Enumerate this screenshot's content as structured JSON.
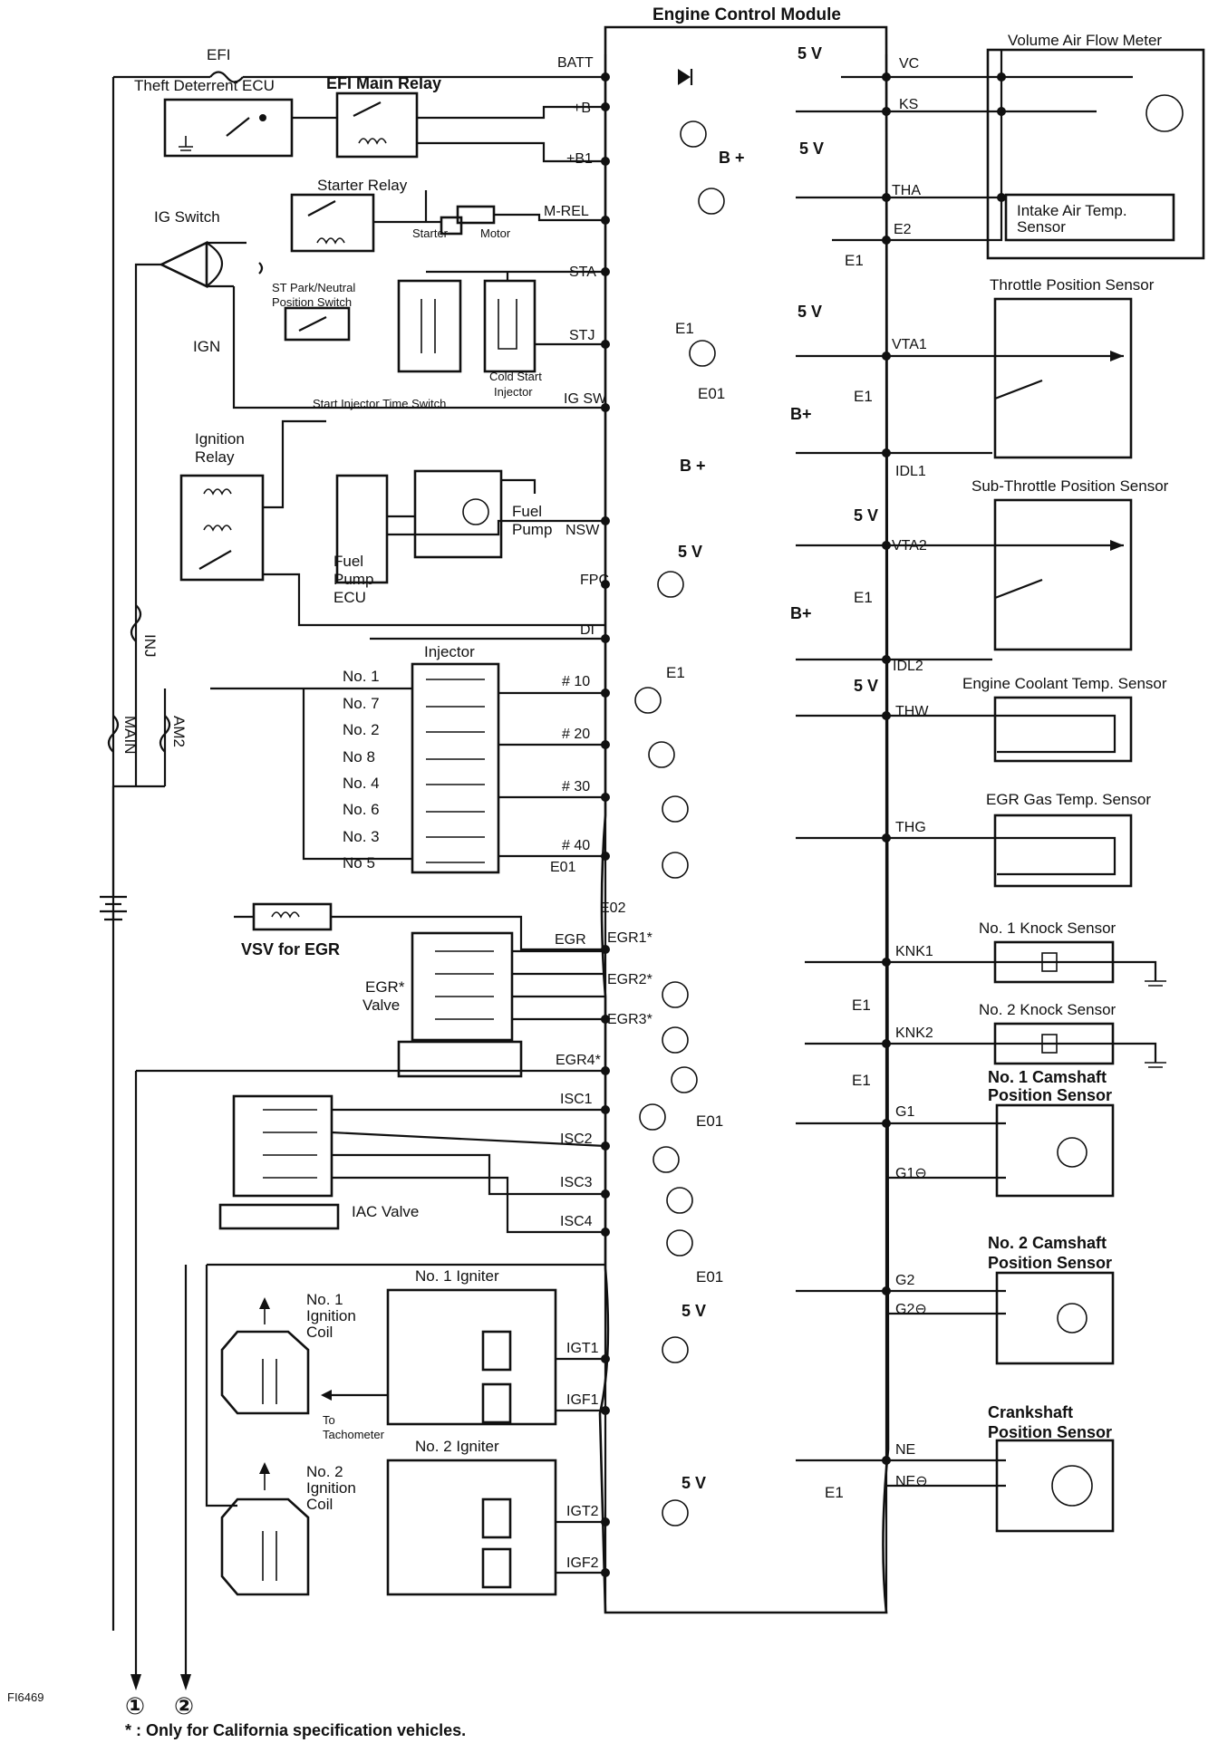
{
  "title": "Engine Control Module",
  "left": {
    "efi_fuse": "EFI",
    "theft_ecu": "Theft Deterrent ECU",
    "efi_main_relay": "EFI Main Relay",
    "starter_relay": "Starter Relay",
    "starter": "Starter",
    "motor": "Motor",
    "ig_switch": "IG Switch",
    "st_park": "ST Park/Neutral",
    "position_switch": "Position Switch",
    "ign": "IGN",
    "cold_start": "Cold Start",
    "injector_word": "Injector",
    "start_injector_time_switch": "Start Injector Time Switch",
    "ignition": "Ignition",
    "relay": "Relay",
    "fuel": "Fuel",
    "pump": "Pump",
    "fuel_pump_ecu_1": "Fuel",
    "fuel_pump_ecu_2": "Pump",
    "fuel_pump_ecu_3": "ECU",
    "inj": "INJ",
    "main": "MAIN",
    "am2": "AM2",
    "injector": "Injector",
    "injectors": [
      "No. 1",
      "No. 7",
      "No. 2",
      "No 8",
      "No. 4",
      "No. 6",
      "No. 3",
      "No 5"
    ],
    "vsv_egr": "VSV for EGR",
    "egr_valve_1": "EGR*",
    "egr_valve_2": "Valve",
    "iac_valve": "IAC Valve",
    "no1_igniter": "No. 1 Igniter",
    "no2_igniter": "No. 2 Igniter",
    "no1_ign_coil": [
      "No. 1",
      "Ignition",
      "Coil"
    ],
    "no2_ign_coil": [
      "No. 2",
      "Ignition",
      "Coil"
    ],
    "to_tach": [
      "To",
      "Tachometer"
    ],
    "circle1": "①",
    "circle2": "②"
  },
  "ecm_pins_left": {
    "batt": "BATT",
    "plus_b": "+B",
    "plus_b1": "+B1",
    "m_rel": "M-REL",
    "sta": "STA",
    "stj": "STJ",
    "ig_sw": "IG SW",
    "nsw": "NSW",
    "fpc": "FPC",
    "di": "DI",
    "n10": "# 10",
    "n20": "# 20",
    "n30": "# 30",
    "n40": "# 40",
    "e01": "E01",
    "e02": "E02",
    "egr": "EGR",
    "egr1": "EGR1*",
    "egr2": "EGR2*",
    "egr3": "EGR3*",
    "egr4": "EGR4*",
    "isc1": "ISC1",
    "isc2": "ISC2",
    "isc3": "ISC3",
    "isc4": "ISC4",
    "igt1": "IGT1",
    "igf1": "IGF1",
    "igt2": "IGT2",
    "igf2": "IGF2"
  },
  "ecm_pins_right": {
    "vc": "VC",
    "ks": "KS",
    "tha": "THA",
    "e2": "E2",
    "vta1": "VTA1",
    "idl1": "IDL1",
    "vta2": "VTA2",
    "idl2": "IDL2",
    "thw": "THW",
    "thg": "THG",
    "knk1": "KNK1",
    "knk2": "KNK2",
    "g1": "G1",
    "g1m": "G1⊖",
    "g2": "G2",
    "g2m": "G2⊖",
    "ne": "NE",
    "nem": "NE⊖"
  },
  "inner": {
    "five_v": "5 V",
    "b_plus": "B +",
    "b_plus2": "B+",
    "e1": "E1",
    "e01": "E01"
  },
  "sensors": {
    "vaf": "Volume Air Flow Meter",
    "intake_1": "Intake Air Temp.",
    "intake_2": "Sensor",
    "tps": "Throttle Position Sensor",
    "sub_tps": "Sub-Throttle Position Sensor",
    "coolant": "Engine Coolant Temp. Sensor",
    "egr_gas": "EGR Gas Temp. Sensor",
    "knock1": "No. 1 Knock Sensor",
    "knock2": "No. 2 Knock Sensor",
    "cam1_1": "No. 1 Camshaft",
    "cam1_2": "Position Sensor",
    "cam2_1": "No. 2 Camshaft",
    "cam2_2": "Position Sensor",
    "crank_1": "Crankshaft",
    "crank_2": "Position Sensor"
  },
  "footer": {
    "fig_id": "FI6469",
    "note": "* : Only for California specification vehicles."
  }
}
